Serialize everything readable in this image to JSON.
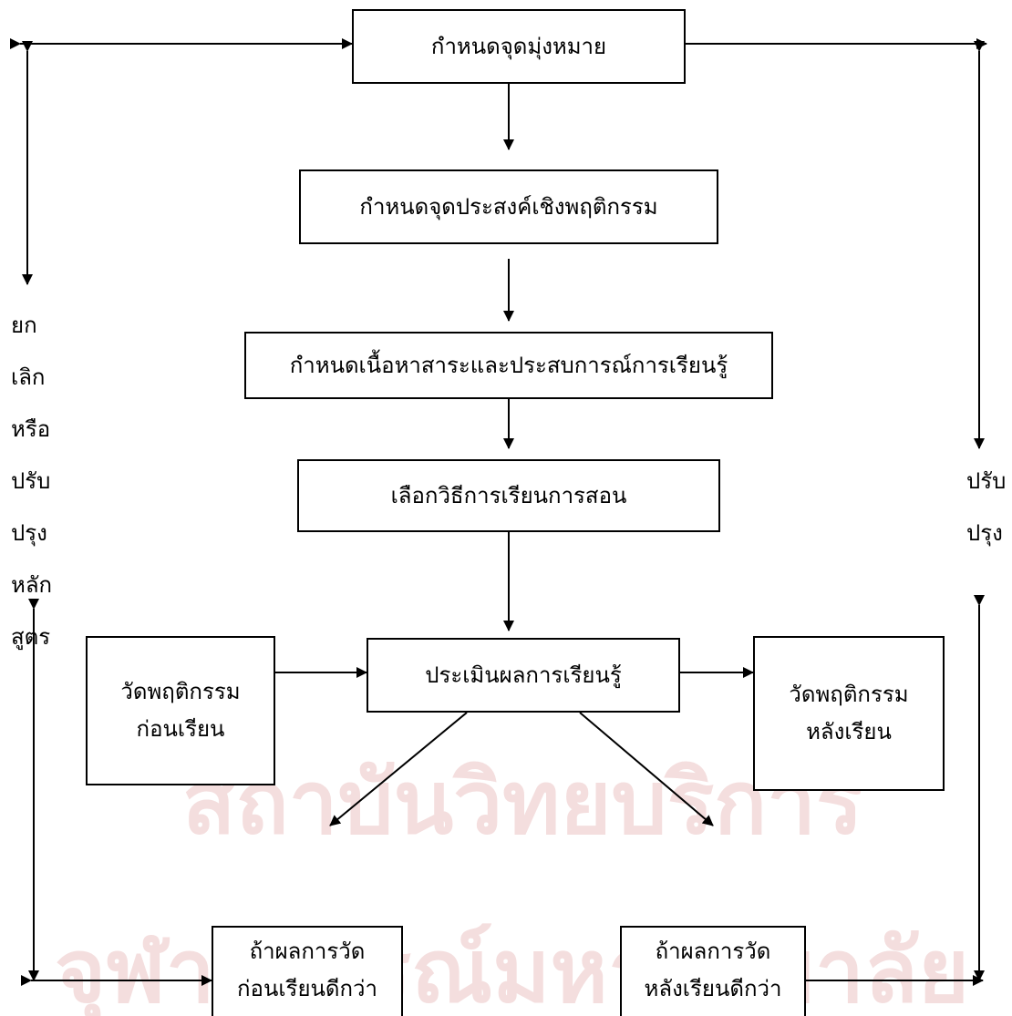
{
  "watermark": {
    "line1": "สถาบันวิทยบริการ",
    "line2": "จุฬาลงกรณ์มหาวิทยาลัย"
  },
  "boxes": {
    "set_goals": "กำหนดจุดมุ่งหมาย",
    "set_objectives": "กำหนดจุดประสงค์เชิงพฤติกรรม",
    "set_content": "กำหนดเนื้อหาสาระและประสบการณ์การเรียนรู้",
    "select_methods": "เลือกวิธีการเรียนการสอน",
    "evaluate": "ประเมินผลการเรียนรู้",
    "pre_measure": "วัดพฤติกรรม\nก่อนเรียน",
    "post_measure": "วัดพฤติกรรม\nหลังเรียน",
    "pre_better": "ถ้าผลการวัด\nก่อนเรียนดีกว่า",
    "post_better": "ถ้าผลการวัด\nหลังเรียนดีกว่า"
  },
  "left_label": [
    "ยก",
    "เลิก",
    "หรือ",
    "ปรับ",
    "ปรุง",
    "หลัก",
    "สูตร"
  ],
  "right_label": [
    "ปรับ",
    "ปรุง"
  ]
}
